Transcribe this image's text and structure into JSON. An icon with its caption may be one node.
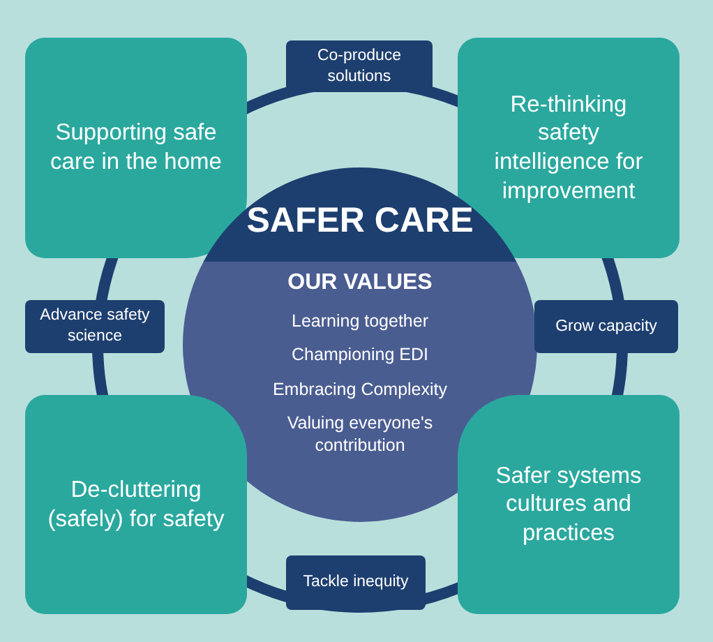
{
  "diagram": {
    "nodes": [
      {
        "text": [
          "Supporting safe care in the home"
        ]
      },
      {
        "text": [
          "Co-produce solutions"
        ]
      },
      {
        "text": [
          "Re-thinking safety intelligence for improvement"
        ]
      },
      {
        "text": [
          "SAFER CARE",
          "OUR VALUES",
          "Learning together",
          "Championing EDI",
          "Embracing Complexity",
          "Valuing everyone's contribution"
        ]
      },
      {
        "text": [
          "Advance safety science"
        ]
      },
      {
        "text": [
          "Grow capacity"
        ]
      },
      {
        "text": [
          "De-cluttering (safely) for safety"
        ]
      },
      {
        "text": [
          "Tackle inequity"
        ]
      },
      {
        "text": [
          "Safer systems cultures and practices"
        ]
      }
    ]
  }
}
